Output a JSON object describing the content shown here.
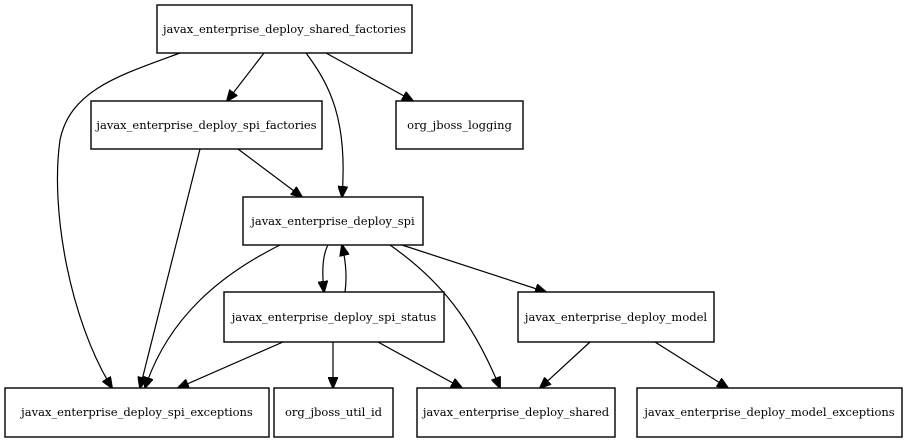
{
  "diagram": {
    "nodes": {
      "shared_factories": "javax_enterprise_deploy_shared_factories",
      "spi_factories": "javax_enterprise_deploy_spi_factories",
      "jboss_logging": "org_jboss_logging",
      "spi": "javax_enterprise_deploy_spi",
      "spi_status": "javax_enterprise_deploy_spi_status",
      "model": "javax_enterprise_deploy_model",
      "spi_exceptions": "javax_enterprise_deploy_spi_exceptions",
      "util_id": "org_jboss_util_id",
      "shared": "javax_enterprise_deploy_shared",
      "model_exceptions": "javax_enterprise_deploy_model_exceptions"
    },
    "edges": [
      {
        "from": "shared_factories",
        "to": "spi_factories"
      },
      {
        "from": "shared_factories",
        "to": "jboss_logging"
      },
      {
        "from": "shared_factories",
        "to": "spi"
      },
      {
        "from": "shared_factories",
        "to": "spi_exceptions"
      },
      {
        "from": "spi_factories",
        "to": "spi"
      },
      {
        "from": "spi_factories",
        "to": "spi_exceptions"
      },
      {
        "from": "spi",
        "to": "spi_status"
      },
      {
        "from": "spi_status",
        "to": "spi"
      },
      {
        "from": "spi",
        "to": "model"
      },
      {
        "from": "spi",
        "to": "spi_exceptions"
      },
      {
        "from": "spi",
        "to": "shared"
      },
      {
        "from": "spi_status",
        "to": "spi_exceptions"
      },
      {
        "from": "spi_status",
        "to": "util_id"
      },
      {
        "from": "spi_status",
        "to": "shared"
      },
      {
        "from": "model",
        "to": "shared"
      },
      {
        "from": "model",
        "to": "model_exceptions"
      }
    ]
  }
}
